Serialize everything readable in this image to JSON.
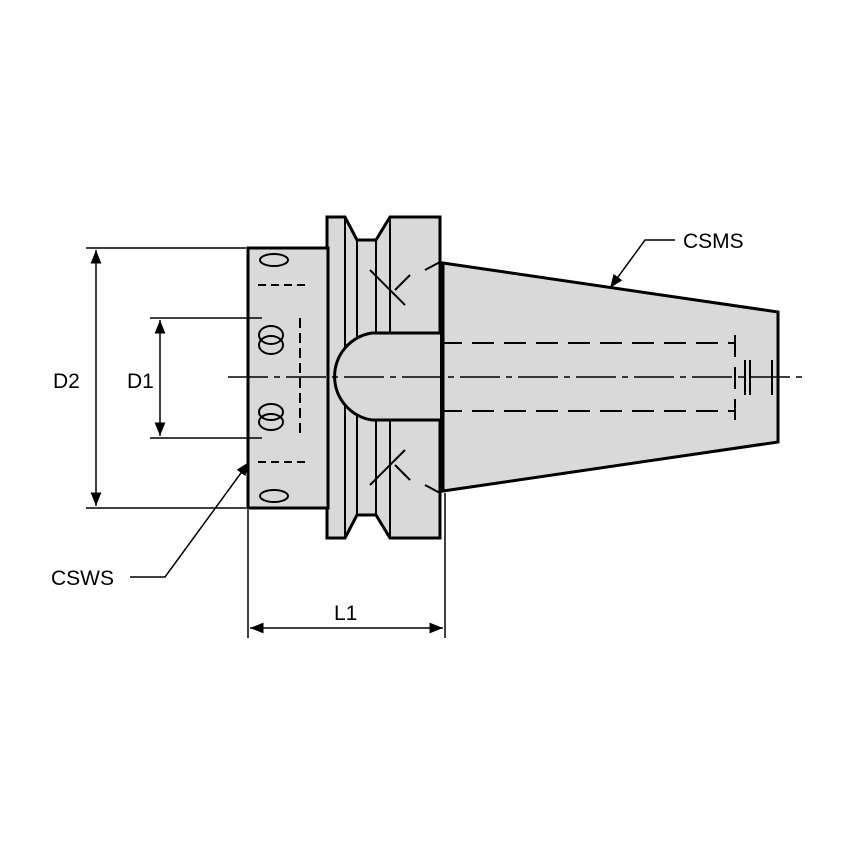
{
  "labels": {
    "d2": "D2",
    "d1": "D1",
    "l1": "L1",
    "csms": "CSMS",
    "csws": "CSWS"
  },
  "colors": {
    "body_fill": "#d9d9d9",
    "line": "#000000"
  }
}
